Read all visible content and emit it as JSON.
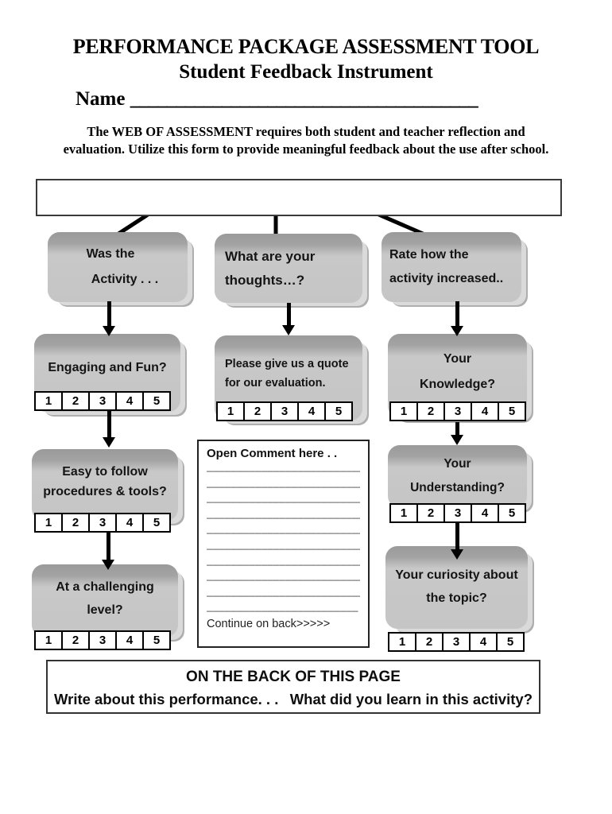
{
  "rating_scale": [
    "1",
    "2",
    "3",
    "4",
    "5"
  ],
  "header": {
    "title": "PERFORMANCE PACKAGE ASSESSMENT TOOL",
    "subtitle": "Student Feedback Instrument",
    "name_label": "Name",
    "name_line": "______________________________________",
    "intro_line1": "The WEB OF ASSESSMENT requires both student and teacher reflection and",
    "intro_line2": "evaluation.  Utilize this form to provide meaningful feedback about the use after school."
  },
  "flowchart": {
    "top_box_text": "",
    "col1": {
      "header_line1": "Was the",
      "header_line2": "Activity . . .",
      "node1_line1": "Engaging and Fun?",
      "node2_line1": "Easy to follow",
      "node2_line2": "procedures & tools?",
      "node3_line1": "At a challenging",
      "node3_line2": "level?"
    },
    "col2": {
      "header_line1": "What are your",
      "header_line2": "thoughts…?",
      "node1_line1": "Please give us a quote",
      "node1_line2": "for our evaluation."
    },
    "col3": {
      "header_line1": "Rate how the",
      "header_line2": "activity increased..",
      "node1_line1": "Your",
      "node1_line2": "Knowledge?",
      "node2_line1": "Your",
      "node2_line2": "Understanding?",
      "node3_line1": "Your curiosity about",
      "node3_line2": "the topic?"
    },
    "comment_box": {
      "title": "Open Comment here . .",
      "lines": [
        "___________________________",
        "___________________________",
        "___________________________",
        "___________________________",
        "___________________________",
        "___________________________",
        "___________________________",
        "___________________________",
        "___________________________",
        "_________________________"
      ],
      "footer": "Continue on back>>>>>"
    }
  },
  "footer_box": {
    "heading": "ON THE BACK OF THIS PAGE",
    "left_text": "Write about this performance. . .",
    "right_text": "What did you learn in this activity?"
  }
}
